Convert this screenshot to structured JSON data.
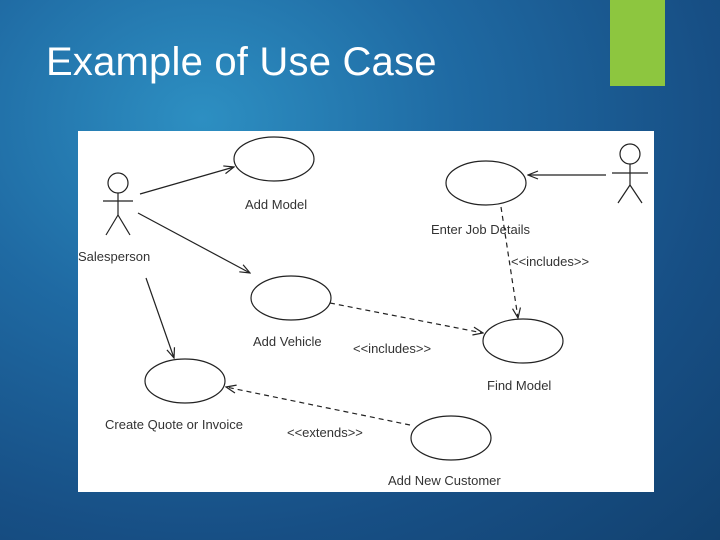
{
  "slide": {
    "title": "Example of Use Case",
    "accent_color": "#8dc63f"
  },
  "diagram": {
    "actors": [
      {
        "label": "Salesperson"
      },
      {
        "label": ""
      }
    ],
    "use_cases": [
      {
        "label": "Add Model"
      },
      {
        "label": "Enter Job Details"
      },
      {
        "label": "Add Vehicle"
      },
      {
        "label": "Find Model"
      },
      {
        "label": "Create Quote or Invoice"
      },
      {
        "label": "Add New Customer"
      }
    ],
    "relations": [
      {
        "label": "<<includes>>"
      },
      {
        "label": "<<includes>>"
      },
      {
        "label": "<<extends>>"
      }
    ]
  }
}
